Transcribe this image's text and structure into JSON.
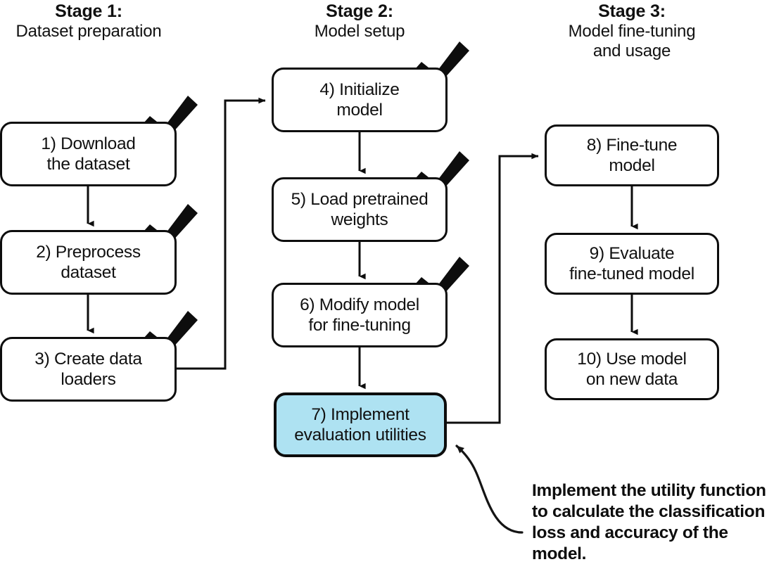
{
  "diagram": {
    "title": "Three-stage model fine-tuning workflow",
    "background_color": "#ffffff",
    "line_color": "#0d0d0d",
    "highlight_color": "#aee2f2"
  },
  "stages": [
    {
      "id": "stage-1",
      "title": "Stage 1:",
      "subtitle": "Dataset preparation"
    },
    {
      "id": "stage-2",
      "title": "Stage 2:",
      "subtitle": "Model setup"
    },
    {
      "id": "stage-3",
      "title": "Stage 3:",
      "subtitle": "Model fine-tuning\nand usage"
    }
  ],
  "nodes": [
    {
      "id": "node-1",
      "number": "1)",
      "line1": "1) Download",
      "line2": "the dataset",
      "stage": 1,
      "checked": true,
      "highlighted": false
    },
    {
      "id": "node-2",
      "number": "2)",
      "line1": "2) Preprocess",
      "line2": "dataset",
      "stage": 1,
      "checked": true,
      "highlighted": false
    },
    {
      "id": "node-3",
      "number": "3)",
      "line1": "3) Create data",
      "line2": "loaders",
      "stage": 1,
      "checked": true,
      "highlighted": false
    },
    {
      "id": "node-4",
      "number": "4)",
      "line1": "4) Initialize",
      "line2": "model",
      "stage": 2,
      "checked": true,
      "highlighted": false
    },
    {
      "id": "node-5",
      "number": "5)",
      "line1": "5) Load pretrained",
      "line2": "weights",
      "stage": 2,
      "checked": true,
      "highlighted": false
    },
    {
      "id": "node-6",
      "number": "6)",
      "line1": "6) Modify model",
      "line2": "for fine-tuning",
      "stage": 2,
      "checked": true,
      "highlighted": false
    },
    {
      "id": "node-7",
      "number": "7)",
      "line1": "7) Implement",
      "line2": "evaluation utilities",
      "stage": 2,
      "checked": false,
      "highlighted": true
    },
    {
      "id": "node-8",
      "number": "8)",
      "line1": "8) Fine-tune",
      "line2": "model",
      "stage": 3,
      "checked": false,
      "highlighted": false
    },
    {
      "id": "node-9",
      "number": "9)",
      "line1": "9) Evaluate",
      "line2": "fine-tuned model",
      "stage": 3,
      "checked": false,
      "highlighted": false
    },
    {
      "id": "node-10",
      "number": "10)",
      "line1": "10) Use model",
      "line2": "on new data",
      "stage": 3,
      "checked": false,
      "highlighted": false
    }
  ],
  "annotation": {
    "text": "Implement the utility function to calculate the classification loss and accuracy of the model.",
    "lines": [
      "Implement the utility",
      "function to calculate the",
      "classification loss and",
      "accuracy of the model."
    ],
    "points_to": "node-7"
  },
  "connections": [
    {
      "from": "node-1",
      "to": "node-2",
      "kind": "straight-down"
    },
    {
      "from": "node-2",
      "to": "node-3",
      "kind": "straight-down"
    },
    {
      "from": "node-3",
      "to": "node-4",
      "kind": "elbow-right-up"
    },
    {
      "from": "node-4",
      "to": "node-5",
      "kind": "straight-down"
    },
    {
      "from": "node-5",
      "to": "node-6",
      "kind": "straight-down"
    },
    {
      "from": "node-6",
      "to": "node-7",
      "kind": "straight-down"
    },
    {
      "from": "node-7",
      "to": "node-8",
      "kind": "elbow-right-up"
    },
    {
      "from": "node-8",
      "to": "node-9",
      "kind": "straight-down"
    },
    {
      "from": "node-9",
      "to": "node-10",
      "kind": "straight-down"
    },
    {
      "from": "annotation",
      "to": "node-7",
      "kind": "curved"
    }
  ]
}
